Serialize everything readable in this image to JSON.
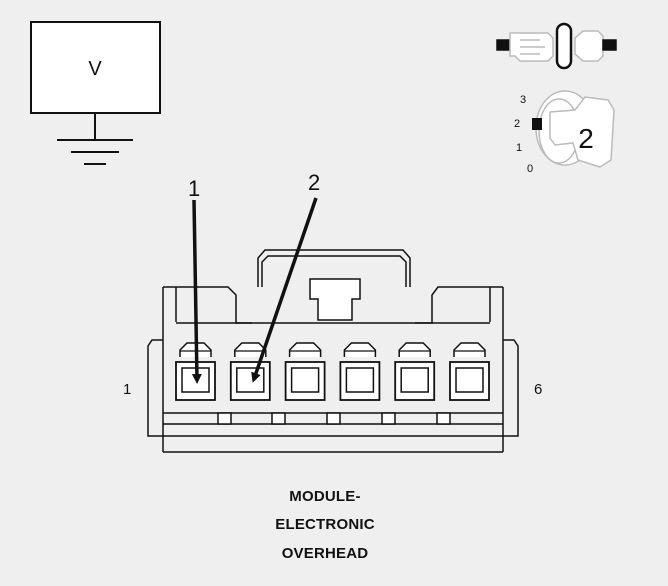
{
  "meter": {
    "label": "V"
  },
  "ignition_key": {
    "position_labels": [
      "3",
      "2",
      "1",
      "0"
    ],
    "selected_position": "2"
  },
  "connector": {
    "pin_count": 6,
    "end_label_left": "1",
    "end_label_right": "6",
    "callouts": [
      "1",
      "2"
    ]
  },
  "caption": {
    "line1": "MODULE-",
    "line2": "ELECTRONIC",
    "line3": "OVERHEAD"
  }
}
